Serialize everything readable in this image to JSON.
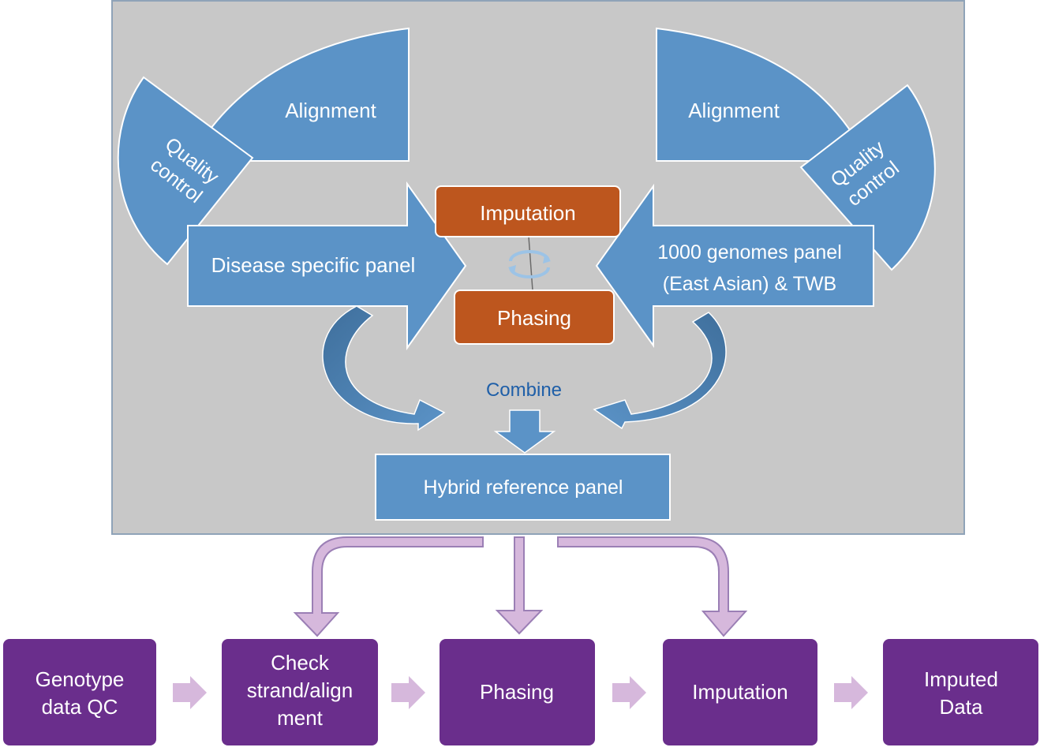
{
  "top_panel": {
    "left_alignment": "Alignment",
    "left_qc_line1": "Quality",
    "left_qc_line2": "control",
    "right_alignment": "Alignment",
    "right_qc_line1": "Quality",
    "right_qc_line2": "control",
    "disease_panel": "Disease specific panel",
    "genomes_panel_line1": "1000 genomes panel",
    "genomes_panel_line2": "(East Asian) & TWB",
    "imputation": "Imputation",
    "phasing": "Phasing",
    "combine": "Combine",
    "hybrid_panel": "Hybrid reference panel"
  },
  "pipeline": {
    "steps": [
      {
        "lines": [
          "Genotype",
          "data QC"
        ]
      },
      {
        "lines": [
          "Check",
          "strand/align",
          "ment"
        ]
      },
      {
        "lines": [
          "Phasing"
        ]
      },
      {
        "lines": [
          "Imputation"
        ]
      },
      {
        "lines": [
          "Imputed",
          "Data"
        ]
      }
    ]
  },
  "colors": {
    "panel_bg": "#c8c8c8",
    "panel_border": "#8fa3b8",
    "blue_shape": "#5b93c7",
    "blue_shape_border": "#ffffff",
    "orange_box": "#bd561e",
    "curve_arrow": "#4a7ead",
    "combine_text": "#1f5fa8",
    "purple_box": "#6a2e8c",
    "lilac_arrow": "#d6b8dc",
    "lilac_border": "#9b7fb5"
  }
}
